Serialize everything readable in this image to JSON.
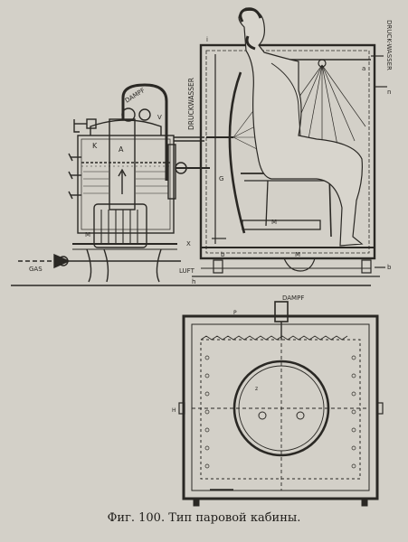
{
  "caption": "Фиг. 100. Тип паровой кабины.",
  "labels": {
    "dampf": "DAMPF",
    "druckwasser_left": "DRUCKWASSER",
    "druckwasser_right": "DRUCK-WASSER",
    "gas": "GAS",
    "luft": "LUFT",
    "dampf_plan": "DAMPF",
    "k": "K",
    "a": "A",
    "v": "V",
    "m_machine": "M",
    "m_cabin": "M",
    "m_floor": "M",
    "g": "G",
    "x": "X",
    "b_left": "b",
    "b_right": "b",
    "h_bottom": "h",
    "i_top": "i",
    "a_right": "a",
    "n_right": "n",
    "p_plan": "P",
    "h_plan": "H",
    "z_plan": "z"
  },
  "colors": {
    "ink": "#2a2824",
    "paper": "#d3d0c8"
  }
}
